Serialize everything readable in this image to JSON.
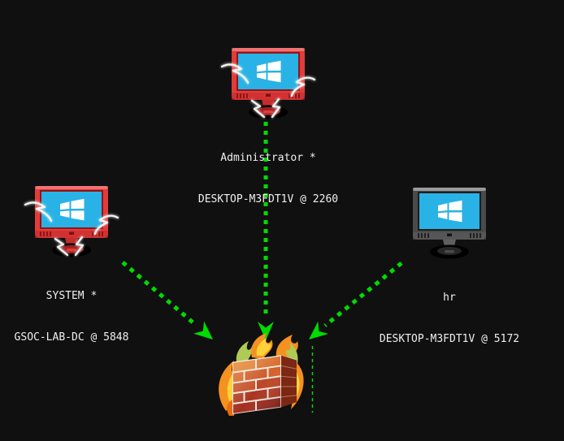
{
  "canvas": {
    "kind": "session-graph"
  },
  "colors": {
    "background": "#101010",
    "edge_green": "#00dc00",
    "label_text": "#f0f0f0",
    "screen_cyan": "#29b2e6"
  },
  "icons": {
    "compromised_workstation": "monitor-with-lightning-icon",
    "workstation": "monitor-icon",
    "firewall": "burning-brick-wall-icon"
  },
  "nodes": [
    {
      "id": "administrator-desktop-m3fdt1v",
      "user": "Administrator *",
      "host": "DESKTOP-M3FDT1V @ 2260",
      "compromised": true
    },
    {
      "id": "system-gsoc-lab-dc",
      "user": "SYSTEM *",
      "host": "GSOC-LAB-DC @ 5848",
      "compromised": true
    },
    {
      "id": "hr-desktop-m3fdt1v",
      "user": "hr",
      "host": "DESKTOP-M3FDT1V @ 5172",
      "compromised": false
    }
  ],
  "edges": [
    {
      "from": "system-gsoc-lab-dc",
      "to": "firewall",
      "style": "dashed-arrow"
    },
    {
      "from": "administrator-desktop-m3fdt1v",
      "to": "firewall",
      "style": "dashed-arrow"
    },
    {
      "from": "hr-desktop-m3fdt1v",
      "to": "firewall",
      "style": "dashed-arrow"
    },
    {
      "from": "firewall",
      "to": "",
      "style": "dashed-stub-line"
    }
  ]
}
